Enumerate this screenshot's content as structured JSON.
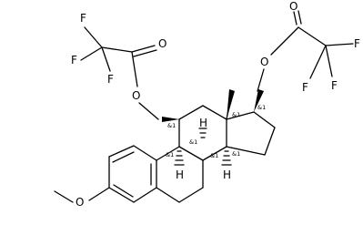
{
  "colors": {
    "bond": "#000000",
    "background": "#ffffff",
    "text": "#000000"
  },
  "atoms": {
    "fluorine": "F",
    "oxygen": "O",
    "hydrogen": "H"
  },
  "stereo_marker": "&1",
  "methoxy": {
    "label": "O"
  }
}
